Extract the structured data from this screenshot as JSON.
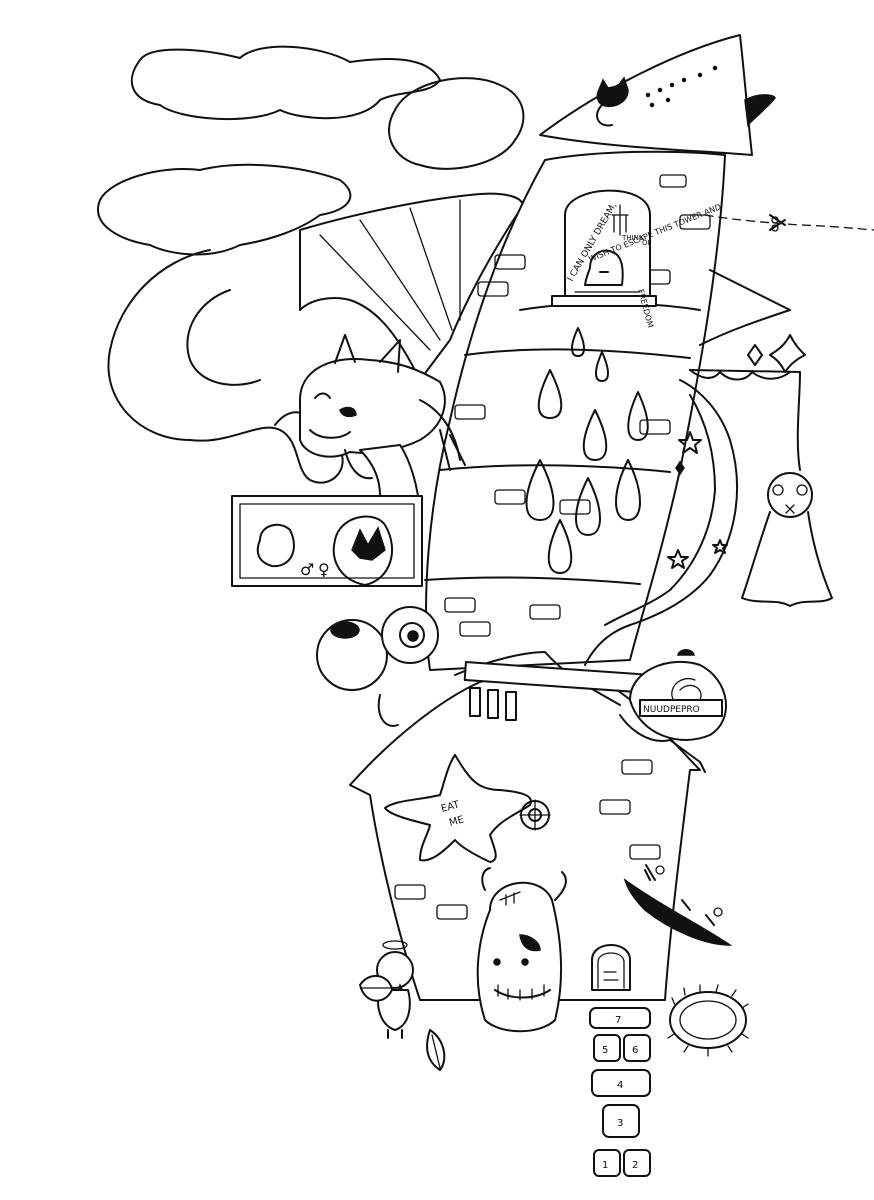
{
  "artwork": {
    "background": "#ffffff",
    "ink": "#111111",
    "window_text_lines": [
      "I CAN ONLY DREAM,",
      "WISH TO ESCAPE THIS TOWER AND",
      "THINK",
      "OF",
      "FREEDOM"
    ],
    "starfish_text": [
      "EAT",
      "ME"
    ],
    "lever_text": "NUUDPEPRO",
    "poster_symbols": [
      "♂",
      "♀"
    ],
    "hopscotch_numbers": [
      "7",
      "5",
      "6",
      "4",
      "3",
      "1",
      "2"
    ]
  }
}
